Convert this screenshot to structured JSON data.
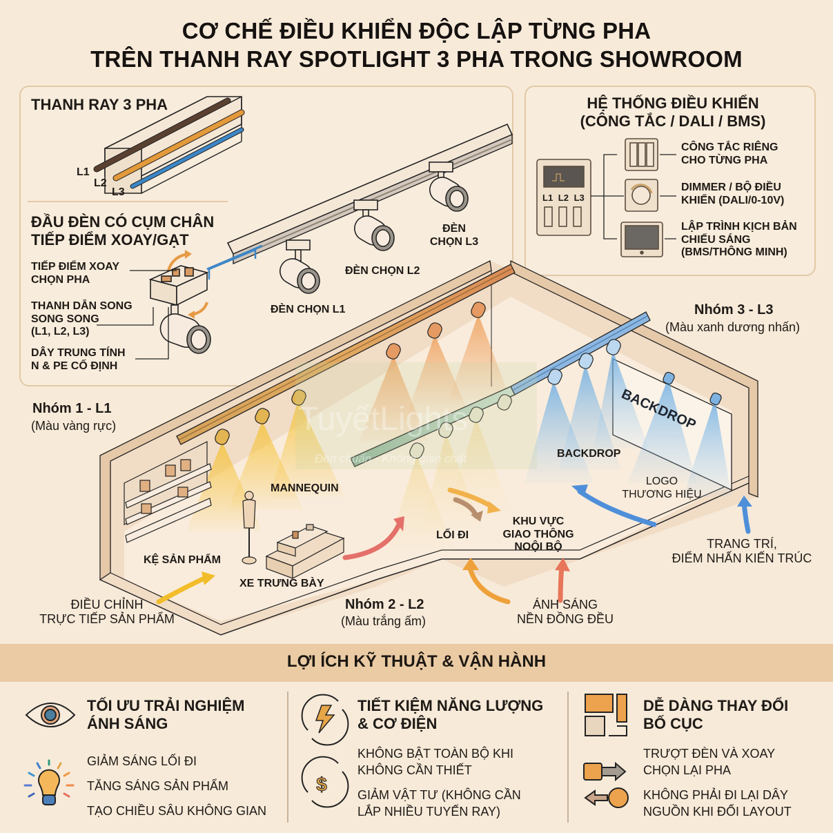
{
  "title": {
    "line1": "CƠ CHẾ ĐIỀU KHIỂN ĐỘC LẬP TỪNG PHA",
    "line2": "TRÊN THANH RAY SPOTLIGHT 3 PHA TRONG SHOWROOM"
  },
  "colors": {
    "background": "#f7ead9",
    "panel_border": "#e2c9a6",
    "phase_l1": "#5a4030",
    "phase_l2": "#e39a3b",
    "phase_l3": "#3d86c6",
    "group1_yellow": "#f5c43c",
    "group2_warm": "#ef9a55",
    "group3_blue": "#6aaee6",
    "band": "#ebcba4"
  },
  "rail_panel": {
    "title": "THANH RAY 3 PHA",
    "wires": [
      "L1",
      "L2",
      "L3"
    ]
  },
  "adapter_panel": {
    "title_line1": "ĐẦU ĐÈN CÓ CỤM CHÂN",
    "title_line2": "TIẾP ĐIỂM XOAY/GẠT",
    "callouts": [
      {
        "line1": "TIẾP ĐIỂM XOAY",
        "line2": "CHỌN PHA"
      },
      {
        "line1": "THANH DẪN SONG",
        "line2": "SONG SONG",
        "line3": "(L1, L2, L3)"
      },
      {
        "line1": "DÂY TRUNG TÍNH",
        "line2": "N & PE CỐ ĐỊNH"
      }
    ]
  },
  "track_lights": {
    "l1": "ĐÈN CHỌN L1",
    "l2": "ĐÈN CHỌN L2",
    "l3_line1": "ĐÈN",
    "l3_line2": "CHỌN L3"
  },
  "control_panel": {
    "title_line1": "HỆ THỐNG ĐIỀU KHIỂN",
    "title_line2": "(CÔNG TẮC / DALI / BMS)",
    "device_labels": [
      "L1",
      "L2",
      "L3"
    ],
    "items": [
      {
        "icon": "three-gang-switch-icon",
        "line1": "CÔNG TẮC RIÊNG",
        "line2": "CHO TỪNG PHA"
      },
      {
        "icon": "dimmer-knob-icon",
        "line1": "DIMMER / BỘ ĐIỀU",
        "line2": "KHIỂN (DALI/0-10V)"
      },
      {
        "icon": "touch-panel-icon",
        "line1": "LẬP TRÌNH KỊCH BẢN",
        "line2": "CHIẾU SÁNG",
        "line3": "(BMS/THÔNG MINH)"
      }
    ]
  },
  "showroom": {
    "group1": {
      "name": "Nhóm 1 - L1",
      "desc": "(Màu vàng rực)"
    },
    "group2": {
      "name": "Nhóm 2 - L2",
      "desc": "(Màu trắng ấm)"
    },
    "group3": {
      "name": "Nhóm 3 - L3",
      "desc": "(Màu xanh dương nhấn)"
    },
    "labels": {
      "shelf": "KỆ SẢN PHẨM",
      "mannequin": "MANNEQUIN",
      "display_cart": "XE TRƯNG BÀY",
      "aisle": "LỐI ĐI",
      "traffic_line1": "KHU VỰC",
      "traffic_line2": "GIAO THÔNG",
      "traffic_line3": "NOỘI BỘ",
      "backdrop_floor": "BACKDROP",
      "backdrop_wall": "BACKDROP",
      "logo_line1": "LOGO",
      "logo_line2": "THƯƠNG HIỆU",
      "adjust_line1": "ĐIỀU CHỈNH",
      "adjust_line2": "TRỰC TIẾP SẢN PHẨM",
      "ambient_line1": "ÁNH SÁNG",
      "ambient_line2": "NỀN ĐỒNG ĐỀU",
      "decor_line1": "TRANG TRÍ,",
      "decor_line2": "ĐIỂM NHẤN KIẾN TRÚC"
    },
    "watermark": {
      "brand": "TuyếtLights",
      "tagline": "Đèn chuẩn - Không gian chất"
    }
  },
  "benefits": {
    "title": "LỢI ÍCH KỸ THUẬT & VẬN HÀNH",
    "columns": [
      {
        "icon": "eye-icon",
        "heading_line1": "TỐI ƯU TRẢI NGHIỆM",
        "heading_line2": "ÁNH SÁNG",
        "sub_icon": "light-bulb-icon",
        "items": [
          "GIẢM SÁNG LỐI ĐI",
          "TĂNG SÁNG SẢN PHẨM",
          "TẠO CHIỀU SÂU KHÔNG GIAN"
        ]
      },
      {
        "icon": "lightning-cycle-icon",
        "heading_line1": "TIẾT KIỆM NĂNG LƯỢNG",
        "heading_line2": "& CƠ ĐIỆN",
        "sub_icon": "dollar-cycle-icon",
        "items": [
          "KHÔNG BẬT TOÀN BỘ KHI",
          "KHÔNG CẦN THIẾT",
          "GIẢM VẬT TƯ (KHÔNG CẦN",
          "LẮP NHIỀU TUYẾN RAY)"
        ]
      },
      {
        "icon": "layout-blocks-icon",
        "heading_line1": "DỄ DÀNG THAY ĐỔI",
        "heading_line2": "BỐ CỤC",
        "sub_icon": "move-arrows-icon",
        "items": [
          "TRƯỢT ĐÈN VÀ XOAY",
          "CHỌN LẠI PHA",
          "KHÔNG PHẢI ĐI LẠI DÂY",
          "NGUỒN KHI ĐỔI LAYOUT"
        ]
      }
    ]
  }
}
